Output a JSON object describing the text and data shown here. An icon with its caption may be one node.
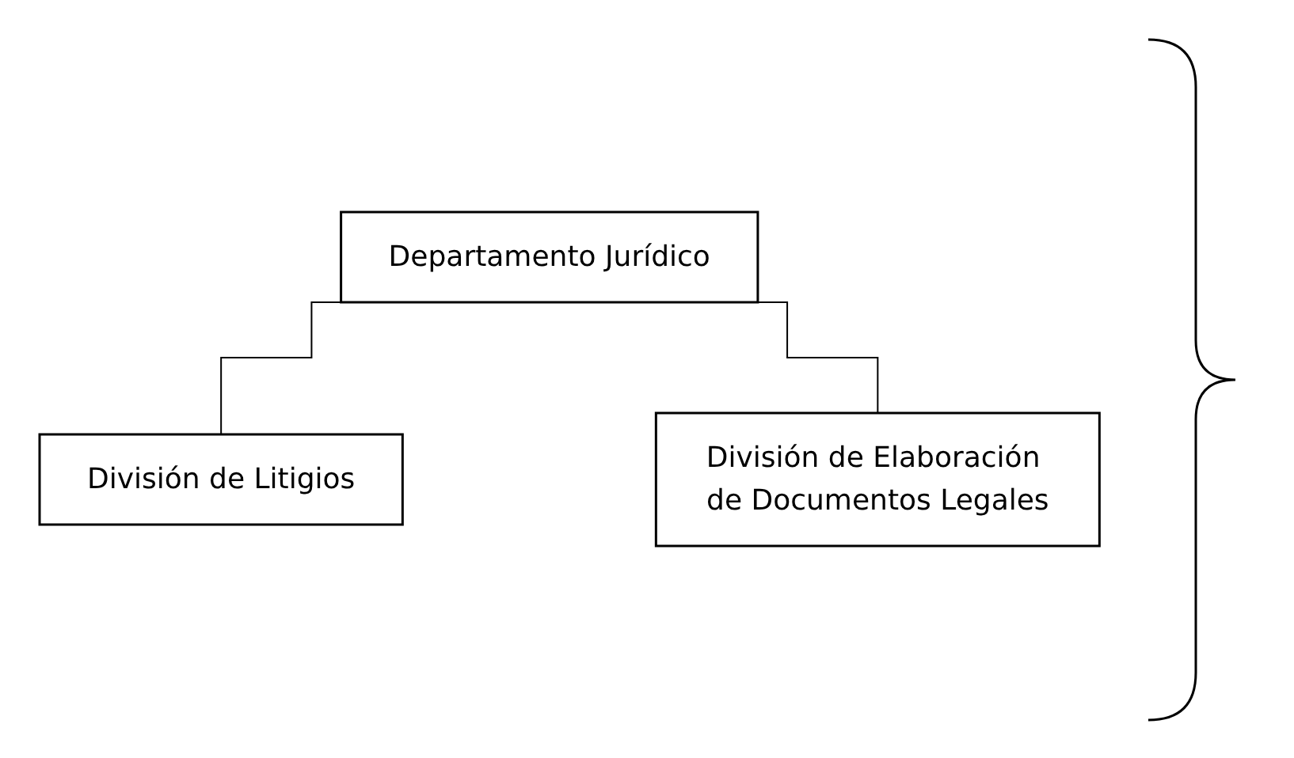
{
  "diagram": {
    "nodes": [
      {
        "text": [
          "Departamento Jurídico"
        ]
      },
      {
        "text": [
          "División de Litigios"
        ]
      },
      {
        "text": [
          "División de Elaboración de Documentos Legales"
        ]
      }
    ],
    "edges": [
      {
        "from": 0,
        "to": 1,
        "arrow": "none"
      },
      {
        "from": 0,
        "to": 2,
        "arrow": "none"
      }
    ]
  }
}
